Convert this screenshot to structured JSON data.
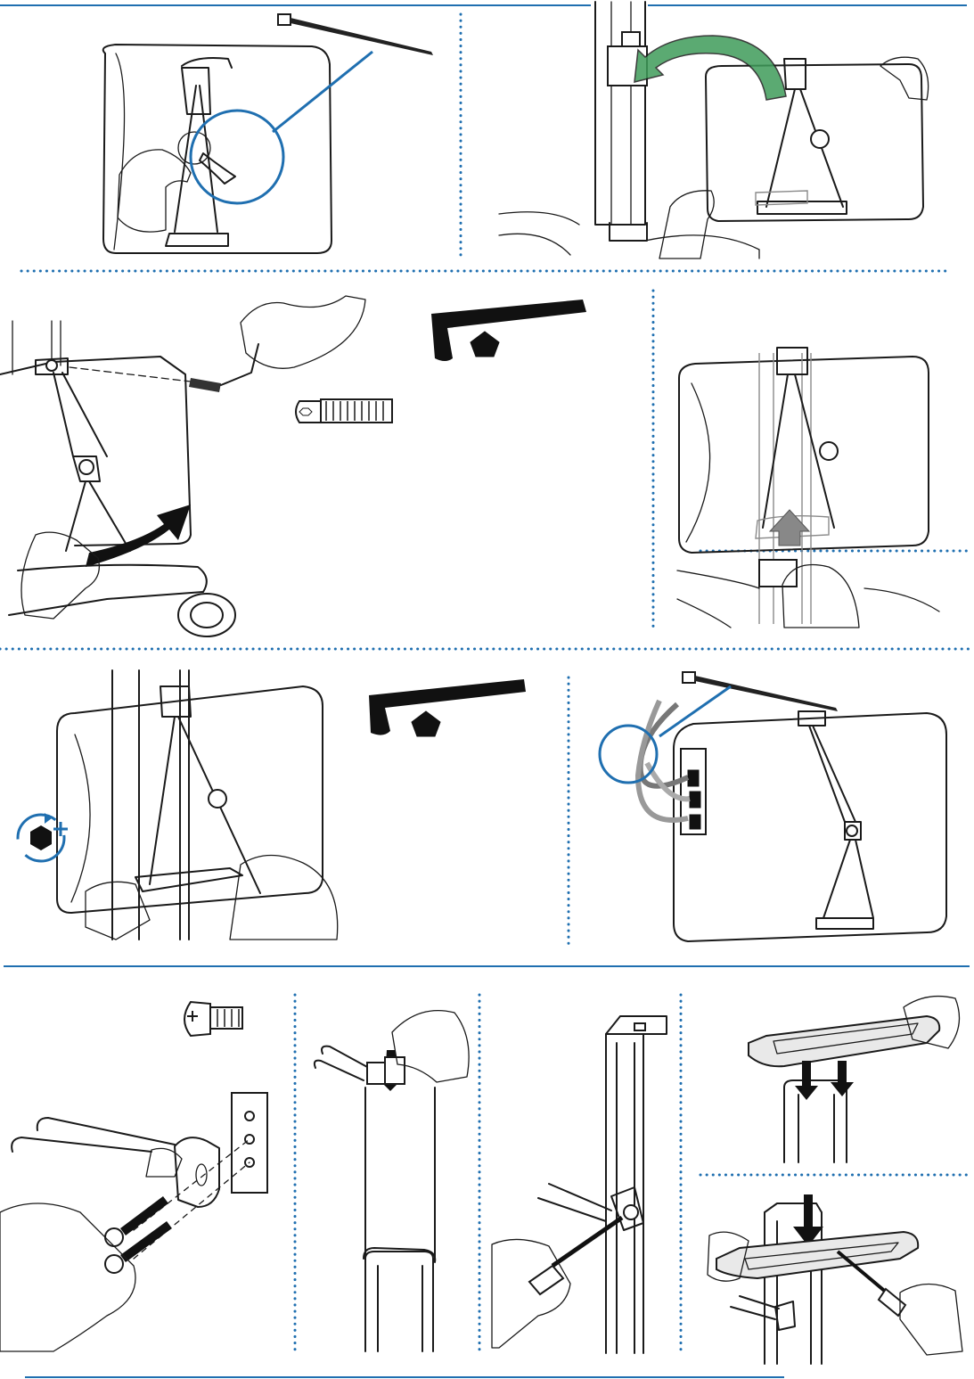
{
  "figure": "",
  "colors": {
    "rule": "#1f6fb0",
    "dotted_divider": "#1f6fb0",
    "callout_circle": "#1f6fb0",
    "green_arrow": "#3f9c5a",
    "grey_arrow": "#888888",
    "ink": "#1a1a1a"
  },
  "panels": [
    {
      "name": "panel-cable-tie-bracket",
      "icons": [
        "cable-tie-icon",
        "callout-circle-icon"
      ]
    },
    {
      "name": "panel-hang-box-on-pole",
      "icons": [
        "green-curved-arrow-icon"
      ]
    },
    {
      "name": "panel-insert-screw-hex-key",
      "icons": [
        "hex-key-icon",
        "pentagon-bit-icon",
        "button-head-screw-icon",
        "black-curved-arrow-icon"
      ]
    },
    {
      "name": "panel-slide-bracket-up",
      "icons": [
        "grey-up-arrow-icon"
      ]
    },
    {
      "name": "panel-tighten-hex-key",
      "icons": [
        "hex-key-icon",
        "pentagon-bit-icon",
        "tighten-rotation-icon"
      ]
    },
    {
      "name": "panel-route-cables",
      "icons": [
        "cable-tie-icon",
        "callout-circle-icon"
      ]
    },
    {
      "name": "panel-attach-hook-plate",
      "icons": [
        "phillips-screw-icon"
      ]
    },
    {
      "name": "panel-lower-hook-onto-pole",
      "icons": [
        "down-arrow-icon"
      ]
    },
    {
      "name": "panel-screw-hook-to-pole",
      "icons": [
        "screwdriver-icon"
      ]
    },
    {
      "name": "panel-place-tray-on-pole",
      "icons": [
        "double-down-arrow-icon"
      ]
    },
    {
      "name": "panel-screw-tray-to-pole",
      "icons": [
        "down-arrow-icon",
        "screwdriver-icon"
      ]
    }
  ]
}
